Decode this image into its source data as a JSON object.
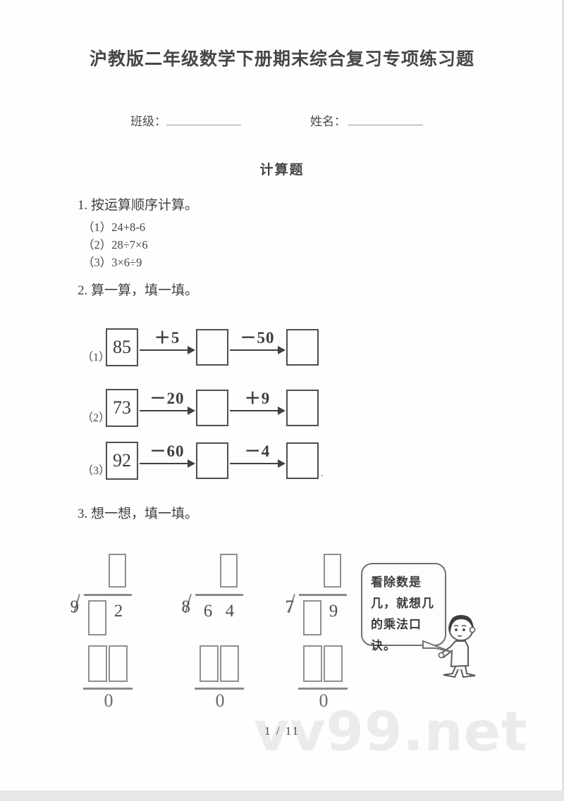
{
  "page": {
    "title": "沪教版二年级数学下册期末综合复习专项练习题",
    "class_label": "班级：",
    "name_label": "姓名：",
    "section_heading": "计算题",
    "page_number": "1 / 11",
    "watermark": "vv99.net"
  },
  "problem1": {
    "title": "1. 按运算顺序计算。",
    "items": [
      {
        "label": "（1）",
        "expression": "24+8-6"
      },
      {
        "label": "（2）",
        "expression": "28÷7×6"
      },
      {
        "label": "（3）",
        "expression": "3×6÷9"
      }
    ]
  },
  "problem2": {
    "title": "2. 算一算，填一填。",
    "rows": [
      {
        "label": "（1）",
        "start": "85",
        "op1": "＋5",
        "op2": "－50",
        "suffix": ""
      },
      {
        "label": "（2）",
        "start": "73",
        "op1": "－20",
        "op2": "＋9",
        "suffix": ""
      },
      {
        "label": "（3）",
        "start": "92",
        "op1": "－60",
        "op2": "－4",
        "suffix": "."
      }
    ]
  },
  "problem3": {
    "title": "3. 想一想，填一填。",
    "hint": "看除数是几，就想几的乘法口诀。",
    "divisions": [
      {
        "divisor": "9",
        "ones_digit": "2",
        "remainder": "0"
      },
      {
        "divisor": "8",
        "tens_digit": "6",
        "ones_digit": "4",
        "remainder": "0"
      },
      {
        "divisor": "7",
        "ones_digit": "9",
        "remainder": "0"
      }
    ]
  }
}
